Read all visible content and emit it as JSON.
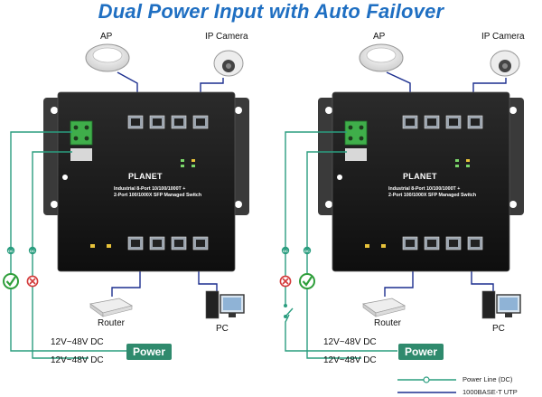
{
  "title": "Dual Power Input with Auto Failover",
  "devices": {
    "ap": "AP",
    "ip_camera": "IP Camera",
    "router": "Router",
    "pc": "PC"
  },
  "power": {
    "label": "Power",
    "voltage_1": "12V~48V DC",
    "voltage_2": "12V~48V DC",
    "dc_tag": "DC"
  },
  "switch": {
    "brand": "PLANET",
    "model_line1": "Industrial 8-Port 10/100/1000T +",
    "model_line2": "2-Port 100/1000X SFP Managed Switch"
  },
  "legend": {
    "power_line": "Power Line (DC)",
    "utp": "1000BASE-T UTP"
  },
  "colors": {
    "power_line": "#2a9d7f",
    "utp_line": "#1c2f8f",
    "title": "#1f6fc2",
    "ok": "#2e9e3a",
    "fail": "#d33a3a"
  }
}
